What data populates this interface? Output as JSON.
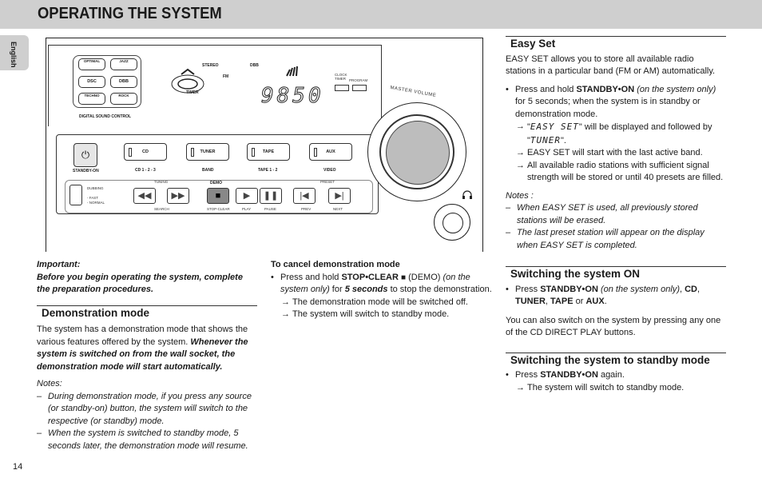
{
  "header": {
    "title": "OPERATING THE SYSTEM"
  },
  "sidebar": {
    "language_tab": "English"
  },
  "footer": {
    "page_number": "14"
  },
  "device": {
    "dsc_buttons": [
      "OPTIMAL",
      "JAZZ",
      "DSC",
      "DBB",
      "TECHNO",
      "ROCK"
    ],
    "dsc_label": "DIGITAL SOUND CONTROL",
    "display_stereo": "STEREO",
    "display_fm": "FM",
    "display_dbb": "DBB",
    "display_timer": "TIMER",
    "display_digits": "9850",
    "clock_timer": "CLOCK\nTIMER",
    "program": "PROGRAM",
    "master_volume": "MASTER VOLUME",
    "standby_label": "STANDBY-ON",
    "sources": [
      {
        "label": "CD",
        "sub": "CD 1 - 2 - 3"
      },
      {
        "label": "TUNER",
        "sub": "BAND"
      },
      {
        "label": "TAPE",
        "sub": "TAPE 1 - 2"
      },
      {
        "label": "AUX",
        "sub": "VIDEO"
      }
    ],
    "dubbing": "DUBBING",
    "dubbing_fast": "- FAST",
    "dubbing_normal": "- NORMAL",
    "tuning": "TUNING",
    "demo": "DEMO",
    "preset": "PRESET",
    "search": "SEARCH",
    "stop_clear": "STOP-CLEAR",
    "play": "PLAY",
    "pause": "PAUSE",
    "prev": "PREV",
    "next": "NEXT"
  },
  "left": {
    "important_head": "Important:",
    "important_body": "Before you begin operating the system, complete the preparation procedures.",
    "demo_heading": "Demonstration mode",
    "demo_p1": "The system has a demonstration mode that shows the various features offered by the system. ",
    "demo_p1_bold": "Whenever the system is switched on from the wall socket, the demonstration mode will start automatically.",
    "notes_label": "Notes:",
    "notes": [
      "During demonstration mode, if you press any source (or standby-on) button, the system will switch to the respective (or standby) mode.",
      "When the system is switched to standby mode, 5 seconds later, the demonstration mode will resume."
    ]
  },
  "middle": {
    "cancel_head": "To cancel demonstration mode",
    "b1_a": "Press and hold ",
    "b1_b": "STOP•CLEAR ",
    "b1_c": " (DEMO) ",
    "b1_d": "(on the system only)",
    "b1_e": " for ",
    "b1_f": "5 seconds",
    "b1_g": " to stop the demonstration.",
    "r1": "The demonstration mode will be switched off.",
    "r2": "The system will switch to standby mode."
  },
  "right": {
    "easy_heading": "Easy Set",
    "easy_p": "EASY SET allows you to store all available radio stations in a particular band (FM or AM) automatically.",
    "easy_b_a": "Press and hold ",
    "easy_b_b": "STANDBY•ON",
    "easy_b_c": " (on the system only)",
    "easy_b_d": " for 5 seconds; when the system is in standby or demonstration mode.",
    "easy_r1_lcd1": "EASY SET",
    "easy_r1_mid": "\" will be displayed and followed by \"",
    "easy_r1_lcd2": "TUNER",
    "easy_r2": "EASY SET will start with the last active band.",
    "easy_r3": "All available radio stations with sufficient signal strength will be stored or until 40 presets are filled.",
    "notes_label": "Notes :",
    "notes": [
      "When EASY SET is used, all previously stored stations will be erased.",
      "The last preset station will appear on the display when EASY SET is completed."
    ],
    "on_heading": "Switching the system ON",
    "on_a": "Press ",
    "on_b": "STANDBY•ON",
    "on_c": " (on the system only)",
    "on_d": ", ",
    "on_cd": "CD",
    "on_e": ",",
    "on_tuner": "TUNER",
    "on_f": ", ",
    "on_tape": "TAPE",
    "on_g": " or ",
    "on_aux": "AUX",
    "on_h": ".",
    "on_p": "You can also switch on the system by pressing any one of the CD DIRECT PLAY buttons.",
    "standby_heading": "Switching the system to standby mode",
    "sb_a": "Press ",
    "sb_b": "STANDBY•ON",
    "sb_c": " again.",
    "sb_r": "The system will switch to standby mode."
  },
  "arrow_glyph": "→"
}
